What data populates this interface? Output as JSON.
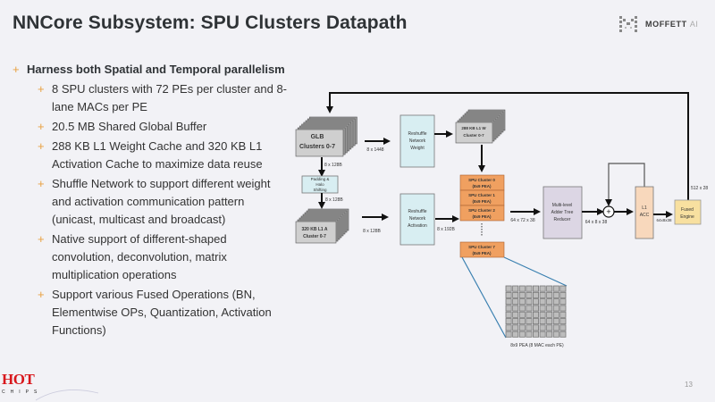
{
  "title": "NNCore Subsystem: SPU Clusters Datapath",
  "logo": {
    "name": "MOFFETT",
    "suffix": "AI",
    "icon": "moffett-m-logo"
  },
  "bullets": {
    "main": "Harness both Spatial and Temporal parallelism",
    "sub": [
      "8 SPU clusters with 72 PEs per cluster and 8-lane MACs per PE",
      "20.5 MB Shared Global Buffer",
      "288 KB L1 Weight Cache and 320 KB L1 Activation Cache to maximize data reuse",
      "Shuffle Network to support different weight and activation communication pattern (unicast, multicast and broadcast)",
      "Native support of different-shaped convolution, deconvolution, matrix multiplication operations",
      "Support various Fused Operations (BN, Elementwise OPs, Quantization, Activation Functions)"
    ],
    "bullet_icon": "plus-icon"
  },
  "diagram": {
    "glb": [
      "GLB",
      "Clusters 0-7"
    ],
    "padding": [
      "Padding &",
      "Halo",
      "Shifting"
    ],
    "l1a": [
      "320 KB L1 A",
      "Cluster 0-7"
    ],
    "rn_weight": [
      "Reshuffle",
      "Network",
      "Weight"
    ],
    "rn_act": [
      "Reshuffle",
      "Network",
      "Activation"
    ],
    "l1w": [
      "288 KB L1 W",
      "Cluster 0-7"
    ],
    "spu_clusters": [
      [
        "SPU Cluster 0",
        "(8x9 PEA)"
      ],
      [
        "SPU Cluster 1",
        "(8x9 PEA)"
      ],
      [
        "SPU Cluster 2",
        "(8x9 PEA)"
      ],
      [
        "SPU Cluster 7",
        "(8x9 PEA)"
      ]
    ],
    "adder": [
      "Multi-level",
      "Adder Tree",
      "Reducer"
    ],
    "l1acc": [
      "L1",
      "ACC"
    ],
    "fused": [
      "Fused",
      "Engine"
    ],
    "labels": {
      "glb_to_rnw": "8 x 1448",
      "glb_to_pad": "8 x 128B",
      "pad_to_l1a": "8 x 128B",
      "l1a_to_rna": "8 x 128B",
      "rna_to_spu": "8 x 192B",
      "spu_to_adder": "64 x 72 x 38",
      "adder_to_sum": "64 x 8 x 38",
      "acc_to_fused": "64x8x38",
      "fused_out": "512 x 28"
    },
    "pea_caption": "8x9 PEA (8 MAC each PE)",
    "pea_grid": {
      "rows": 8,
      "cols": 9
    },
    "colors": {
      "network": "#d8eef2",
      "spu": "#f0a060",
      "adder": "#dcd6e4",
      "acc": "#f8d8bc",
      "fused": "#f8e0a0",
      "cache": "#cfcfcf",
      "zoom_line": "#3a80b0"
    }
  },
  "footer": {
    "brand_top": "HOT",
    "brand_bottom": "CHIPS",
    "page": "13"
  }
}
